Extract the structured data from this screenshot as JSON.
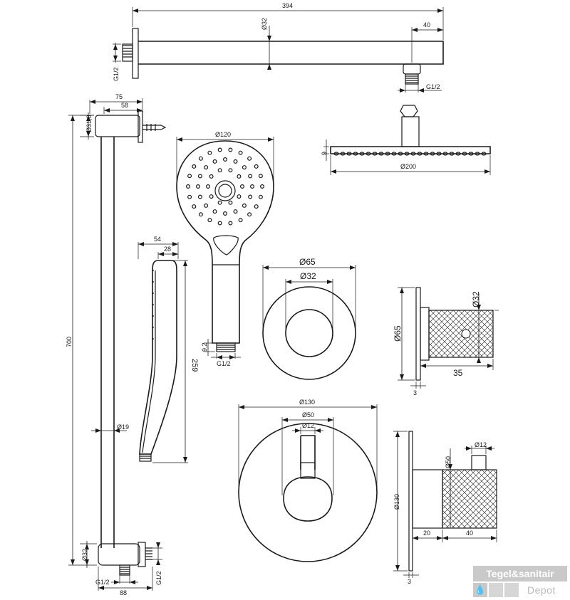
{
  "labels": {
    "arm_length": "394",
    "arm_dia": "Ø32",
    "arm_end": "40",
    "arm_thread_left": "G1/2",
    "arm_thread_right": "G1/2",
    "rail_top_75": "75",
    "rail_top_58": "58",
    "rail_bracket_dia": "Ø31,8",
    "rail_length": "700",
    "rail_dia": "Ø19",
    "rail_bottom_dia": "Ø32",
    "rail_bottom_g_left": "G1/2",
    "rail_bottom_g_right": "G1/2",
    "rail_bottom_88": "88",
    "hand_dia": "Ø120",
    "hand_thread": "G1/2",
    "hand_92": "9,2",
    "side_54": "54",
    "side_28": "28",
    "side_259": "259",
    "head_9": "9",
    "head_dia": "Ø200",
    "knob_outer": "Ø65",
    "knob_inner": "Ø32",
    "knob_side_65": "Ø65",
    "knob_side_32": "Ø32",
    "knob_side_35": "35",
    "knob_side_3": "3",
    "plate_130": "Ø130",
    "plate_50": "Ø50",
    "plate_12": "Ø12",
    "plate_side_12": "Ø12",
    "plate_side_50": "Ø50",
    "plate_side_130": "Ø130",
    "plate_side_20": "20",
    "plate_side_40": "40",
    "plate_side_3": "3"
  },
  "logo": {
    "line1": "Tegel&sanitair",
    "line2": "Depot",
    "drop": "💧"
  }
}
